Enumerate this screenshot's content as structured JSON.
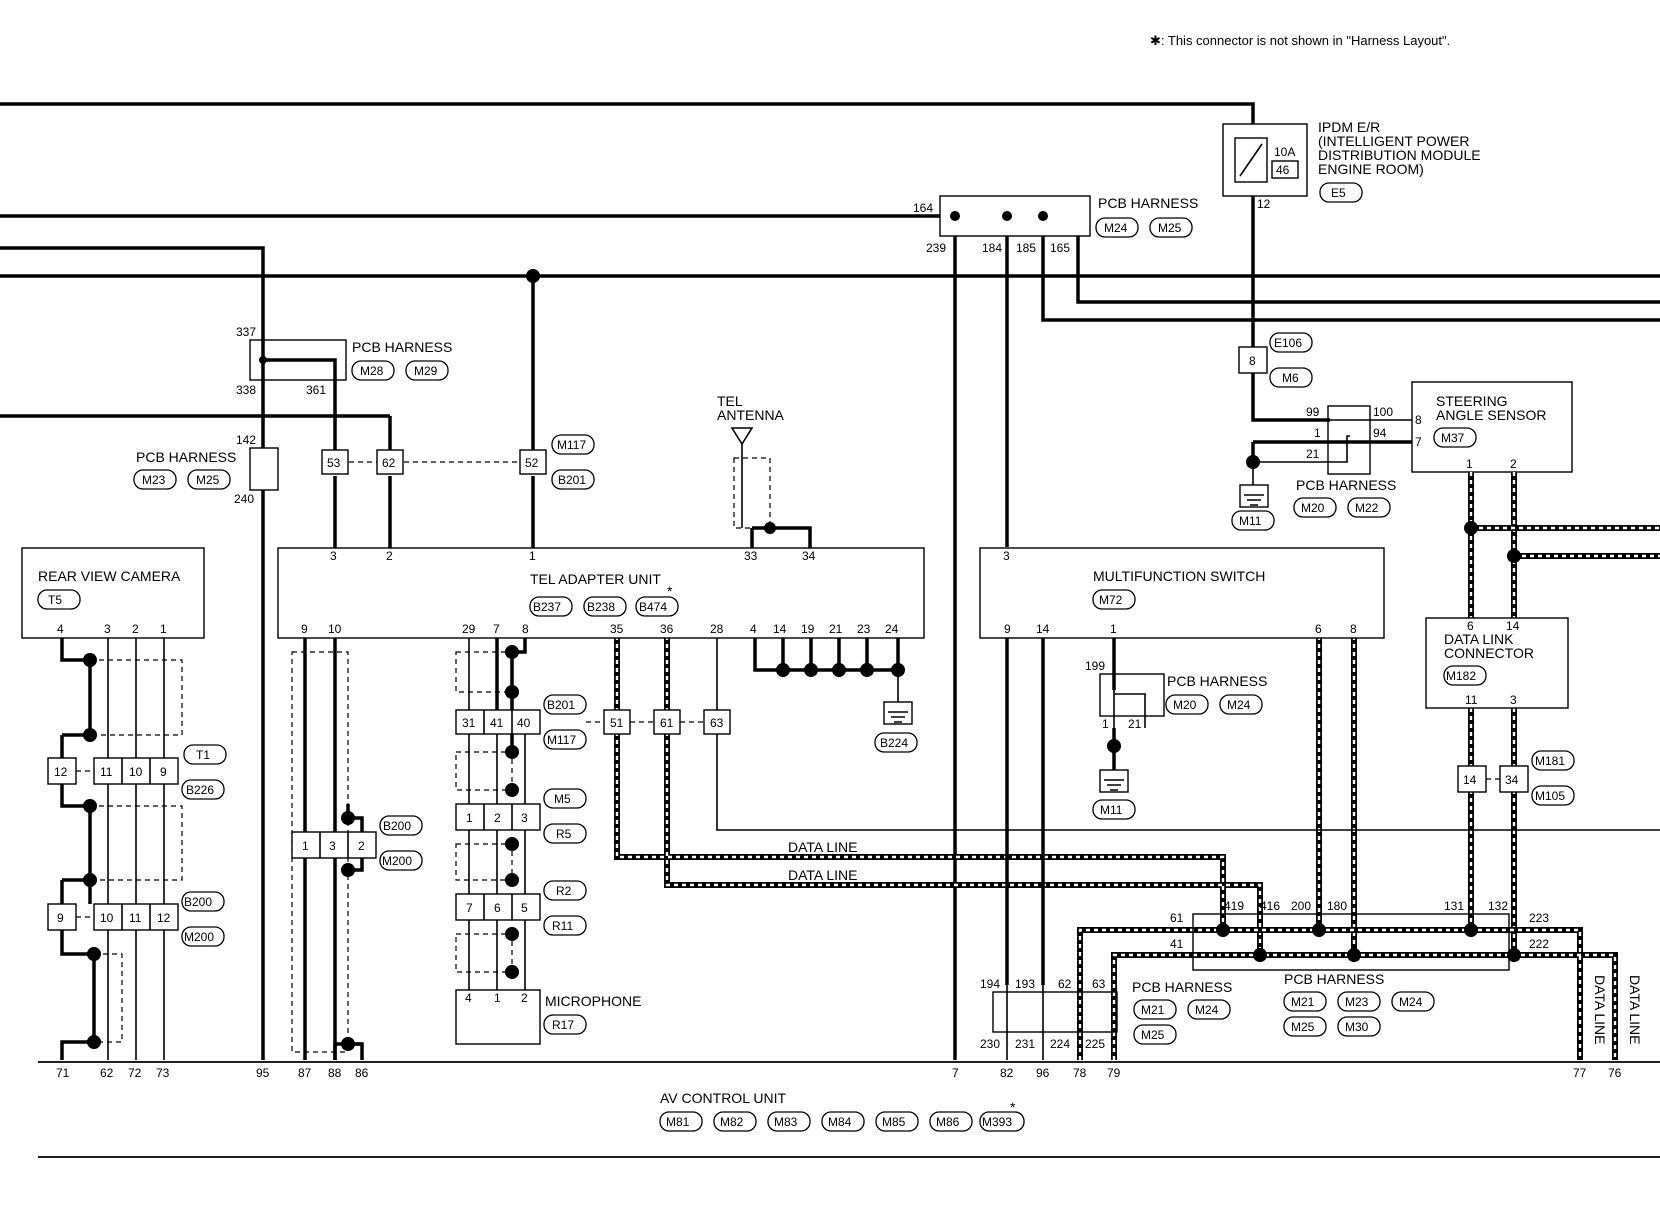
{
  "note": "✱: This connector is not shown in \"Harness Layout\".",
  "ipdm": {
    "line1": "IPDM E/R",
    "line2": "(INTELLIGENT POWER",
    "line3": "DISTRIBUTION MODULE",
    "line4": "ENGINE ROOM)",
    "fuse_amp": "10A",
    "fuse_no": "46",
    "pin": "12",
    "connector": "E5"
  },
  "pcb_top": {
    "label": "PCB HARNESS",
    "connectors": [
      "M24",
      "M25"
    ],
    "pins": [
      "164",
      "239",
      "184",
      "185",
      "165"
    ]
  },
  "pcb_m28": {
    "label": "PCB HARNESS",
    "connectors": [
      "M28",
      "M29"
    ],
    "pins": [
      "337",
      "338",
      "361"
    ]
  },
  "pcb_m23": {
    "label": "PCB HARNESS",
    "connectors": [
      "M23",
      "M25"
    ],
    "pins": [
      "142",
      "240"
    ]
  },
  "e106": {
    "top": "E106",
    "pin": "8",
    "bottom": "M6"
  },
  "m117": {
    "pins": [
      "53",
      "62",
      "52"
    ],
    "connectors": [
      "M117",
      "B201"
    ]
  },
  "antenna": {
    "line1": "TEL",
    "line2": "ANTENNA"
  },
  "steering": {
    "line1": "STEERING",
    "line2": "ANGLE SENSOR",
    "connector": "M37",
    "pins": [
      "8",
      "7",
      "1",
      "2"
    ]
  },
  "pcb_m20_top": {
    "label": "PCB HARNESS",
    "connectors": [
      "M20",
      "M22"
    ],
    "pins": [
      "99",
      "100",
      "1",
      "94",
      "21"
    ]
  },
  "m11_top": "M11",
  "rear_camera": {
    "label": "REAR VIEW CAMERA",
    "connector": "T5",
    "pins": [
      "4",
      "3",
      "2",
      "1"
    ]
  },
  "tel_adapter": {
    "label": "TEL ADAPTER UNIT",
    "connectors": [
      "B237",
      "B238",
      "B474"
    ],
    "top_pins": [
      "3",
      "2",
      "1",
      "33",
      "34"
    ],
    "bottom_pins": [
      "9",
      "10",
      "29",
      "7",
      "8",
      "35",
      "36",
      "28",
      "4",
      "14",
      "19",
      "21",
      "23",
      "24"
    ]
  },
  "multifunction": {
    "label": "MULTIFUNCTION SWITCH",
    "connector": "M72",
    "top_pin": "3",
    "bottom_pins": [
      "9",
      "14",
      "1",
      "6",
      "8"
    ]
  },
  "data_link": {
    "line1": "DATA LINK",
    "line2": "CONNECTOR",
    "connector": "M182",
    "top_pins": [
      "6",
      "14"
    ],
    "bottom_pins": [
      "11",
      "3"
    ]
  },
  "t1": {
    "pins": [
      "12",
      "11",
      "10",
      "9"
    ],
    "connectors": [
      "T1",
      "B226"
    ]
  },
  "b200_cam": {
    "pins": [
      "9",
      "10",
      "11",
      "12"
    ],
    "connectors": [
      "B200",
      "M200"
    ]
  },
  "b200_tel": {
    "pins": [
      "1",
      "3",
      "2"
    ],
    "connectors": [
      "B200",
      "M200"
    ]
  },
  "b201": {
    "pins": [
      "31",
      "41",
      "40"
    ],
    "connectors": [
      "B201",
      "M117"
    ],
    "extra_pins": [
      "51",
      "61",
      "63"
    ]
  },
  "m5": {
    "pins": [
      "1",
      "2",
      "3"
    ],
    "connectors": [
      "M5",
      "R5"
    ]
  },
  "r2": {
    "pins": [
      "7",
      "6",
      "5"
    ],
    "connectors": [
      "R2",
      "R11"
    ]
  },
  "microphone": {
    "label": "MICROPHONE",
    "connector": "R17",
    "pins": [
      "4",
      "1",
      "2"
    ]
  },
  "b224": "B224",
  "pcb_m20_mid": {
    "label": "PCB HARNESS",
    "connectors": [
      "M20",
      "M24"
    ],
    "pins": [
      "199",
      "1",
      "21"
    ]
  },
  "m11_mid": "M11",
  "m181": {
    "pins": [
      "14",
      "34"
    ],
    "connectors": [
      "M181",
      "M105"
    ]
  },
  "data_line": "DATA LINE",
  "pcb_m21": {
    "label": "PCB HARNESS",
    "connectors": [
      "M21",
      "M24",
      "M25"
    ],
    "top_pins": [
      "194",
      "193",
      "62",
      "63"
    ],
    "bottom_pins": [
      "230",
      "231",
      "224",
      "225"
    ]
  },
  "pcb_big": {
    "label": "PCB HARNESS",
    "connectors": [
      "M21",
      "M23",
      "M24",
      "M25",
      "M30"
    ],
    "pins": [
      "61",
      "419",
      "416",
      "41",
      "200",
      "180",
      "131",
      "132",
      "223",
      "222"
    ]
  },
  "av_unit": {
    "label": "AV CONTROL UNIT",
    "connectors": [
      "M81",
      "M82",
      "M83",
      "M84",
      "M85",
      "M86",
      "M393"
    ],
    "pins": [
      "71",
      "62",
      "72",
      "73",
      "95",
      "87",
      "88",
      "86",
      "7",
      "82",
      "96",
      "78",
      "79",
      "77",
      "76"
    ]
  }
}
